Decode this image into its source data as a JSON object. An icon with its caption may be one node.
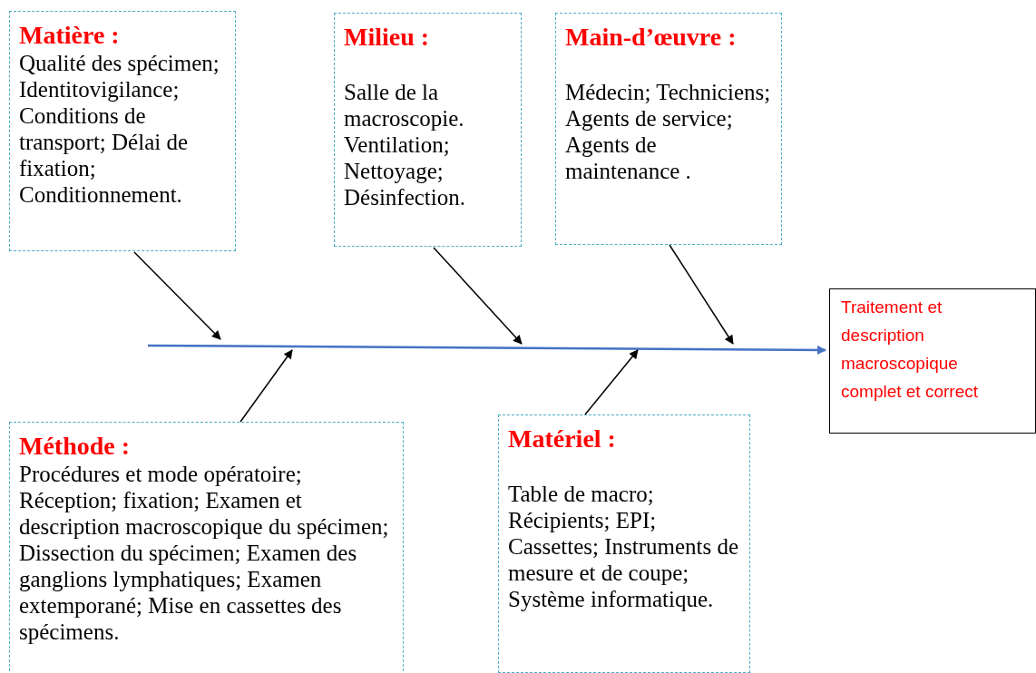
{
  "diagram": {
    "nodes": [
      {
        "text": [
          "Matière :",
          "Qualité des spécimen; Identitovigilance; Conditions de transport;  Délai de fixation; Conditionnement."
        ]
      },
      {
        "text": [
          "Milieu :",
          "Salle de la macroscopie. Ventilation; Nettoyage; Désinfection."
        ]
      },
      {
        "text": [
          "Main-d’œuvre :",
          "Médecin; Techniciens; Agents de service; Agents de maintenance ."
        ]
      },
      {
        "text": [
          "Méthode :",
          "Procédures et mode opératoire; Réception; fixation; Examen et description macroscopique du spécimen; Dissection du spécimen; Examen des ganglions lymphatiques; Examen extemporané; Mise  en cassettes des spécimens."
        ]
      },
      {
        "text": [
          "Matériel :",
          "Table de macro; Récipients; EPI; Cassettes; Instruments de mesure et de coupe; Système informatique."
        ]
      },
      {
        "text": [
          "Traitement et description macroscopique complet et correct"
        ]
      }
    ],
    "edges": [
      {
        "from": null,
        "to": 5,
        "arrow": "to",
        "color": "#4472c4"
      },
      {
        "from": 0,
        "to": null,
        "arrow": "to"
      },
      {
        "from": 1,
        "to": null,
        "arrow": "to"
      },
      {
        "from": 2,
        "to": null,
        "arrow": "to"
      },
      {
        "from": 3,
        "to": null,
        "arrow": "to"
      },
      {
        "from": 4,
        "to": null,
        "arrow": "to"
      }
    ]
  }
}
